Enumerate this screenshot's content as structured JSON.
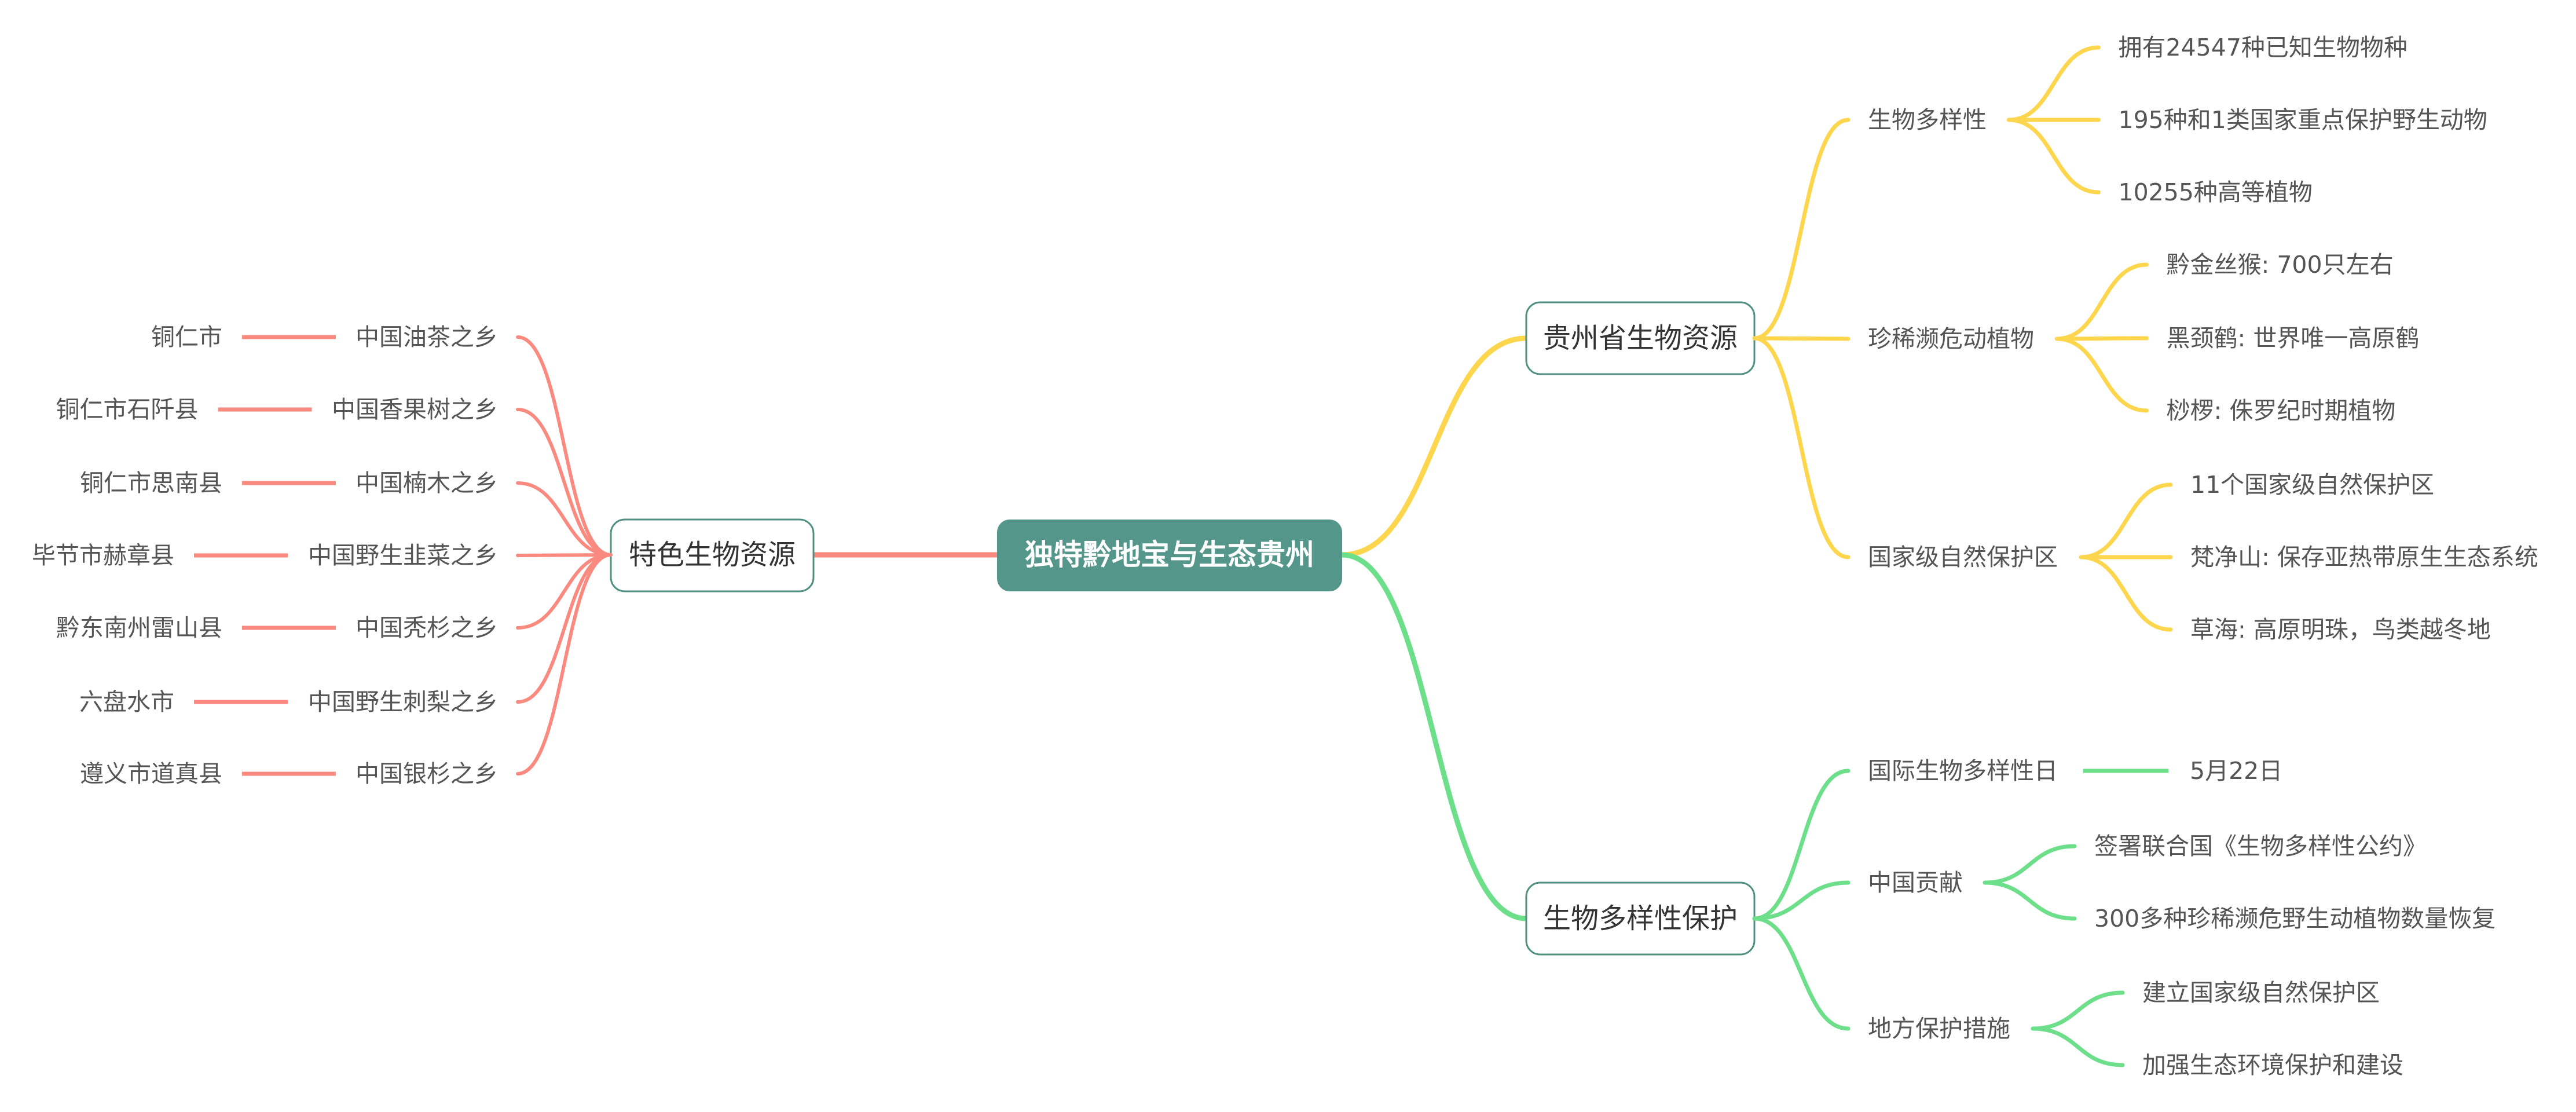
{
  "colors": {
    "root_fill": "#55968a",
    "node_border": "#4e8f7f",
    "red": "#fa8a7f",
    "yellow": "#fdd64e",
    "green": "#6ddf8a",
    "text": "#555555"
  },
  "root": {
    "label": "独特黔地宝与生态贵州"
  },
  "left": {
    "label": "特色生物资源",
    "items": [
      {
        "title": "中国油茶之乡",
        "place": "铜仁市"
      },
      {
        "title": "中国香果树之乡",
        "place": "铜仁市石阡县"
      },
      {
        "title": "中国楠木之乡",
        "place": "铜仁市思南县"
      },
      {
        "title": "中国野生韭菜之乡",
        "place": "毕节市赫章县"
      },
      {
        "title": "中国秃杉之乡",
        "place": "黔东南州雷山县"
      },
      {
        "title": "中国野生刺梨之乡",
        "place": "六盘水市"
      },
      {
        "title": "中国银杉之乡",
        "place": "遵义市道真县"
      }
    ]
  },
  "right": [
    {
      "label": "贵州省生物资源",
      "color": "yellow",
      "children": [
        {
          "label": "生物多样性",
          "children": [
            "拥有24547种已知生物物种",
            "195种和1类国家重点保护野生动物",
            "10255种高等植物"
          ]
        },
        {
          "label": "珍稀濒危动植物",
          "children": [
            "黔金丝猴: 700只左右",
            "黑颈鹤: 世界唯一高原鹤",
            "桫椤: 侏罗纪时期植物"
          ]
        },
        {
          "label": "国家级自然保护区",
          "children": [
            "11个国家级自然保护区",
            "梵净山: 保存亚热带原生生态系统",
            "草海: 高原明珠，鸟类越冬地"
          ]
        }
      ]
    },
    {
      "label": "生物多样性保护",
      "color": "green",
      "children": [
        {
          "label": "国际生物多样性日",
          "children": [
            "5月22日"
          ]
        },
        {
          "label": "中国贡献",
          "children": [
            "签署联合国《生物多样性公约》",
            "300多种珍稀濒危野生动植物数量恢复"
          ]
        },
        {
          "label": "地方保护措施",
          "children": [
            "建立国家级自然保护区",
            "加强生态环境保护和建设"
          ]
        }
      ]
    }
  ]
}
